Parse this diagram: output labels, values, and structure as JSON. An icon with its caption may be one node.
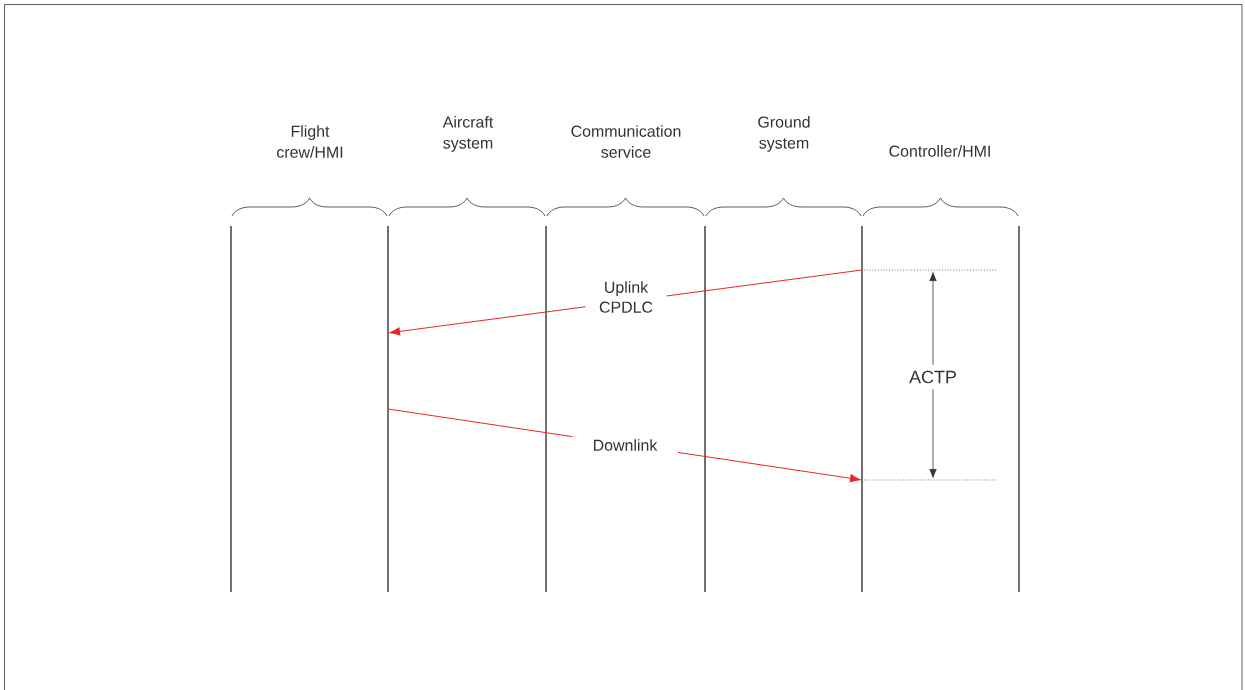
{
  "diagram": {
    "nodes": [
      {
        "text": [],
        "shape": "bar"
      },
      {
        "text": [],
        "shape": "bar"
      },
      {
        "text": [],
        "shape": "bar"
      },
      {
        "text": [],
        "shape": "bar"
      },
      {
        "text": [],
        "shape": "bar"
      },
      {
        "text": [],
        "shape": "bar"
      }
    ],
    "edges": [
      {
        "from": 4,
        "to": 1,
        "arrow": "to",
        "label": "Uplink CPDLC",
        "color": "#e8262a"
      },
      {
        "from": 1,
        "to": 4,
        "arrow": "to",
        "label": "Downlink",
        "color": "#e8262a"
      }
    ],
    "labels": [
      "Flight crew/HMI",
      "Aircraft system",
      "Communication service",
      "Ground system",
      "Controller/HMI",
      "ACTP"
    ]
  }
}
